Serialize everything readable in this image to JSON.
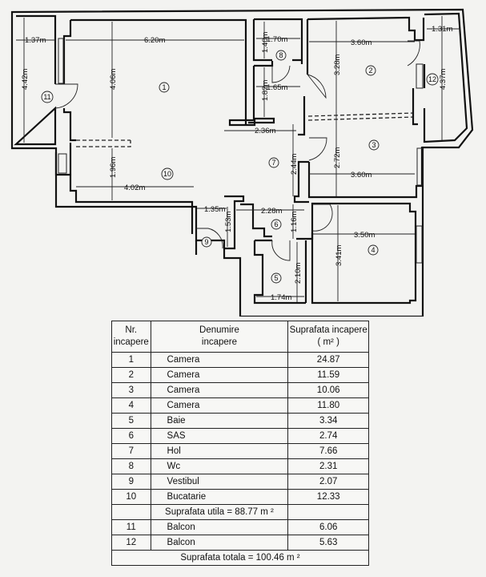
{
  "floor_plan": {
    "dimensions": {
      "balcony_11_width": "1.37m",
      "balcony_11_length": "4.42m",
      "room_1_width": "6.20m",
      "room_1_length": "4.06m",
      "room_10_width": "4.02m",
      "room_10_length": "1.96m",
      "wc_width": "1.70m",
      "wc_length": "1.40m",
      "closet_width": "1.65m",
      "closet_length": "1.82m",
      "hall_width": "2.36m",
      "hall_length": "2.44m",
      "room_2_width": "3.60m",
      "room_2_length": "3.28m",
      "room_3_width": "3.60m",
      "room_3_length": "2.72m",
      "balcony_12_width": "1.31m",
      "balcony_12_length": "4.37m",
      "vestibul_width": "1.35m",
      "vestibul_length": "1.53m",
      "sas_width": "2.28m",
      "sas_length": "1.16m",
      "room_4_width": "3.50m",
      "room_4_length": "3.41m",
      "bath_width": "1.74m",
      "bath_length": "2.10m"
    },
    "room_numbers": [
      "1",
      "2",
      "3",
      "4",
      "5",
      "6",
      "7",
      "8",
      "9",
      "10",
      "11",
      "12"
    ]
  },
  "table": {
    "headers": {
      "nr_line1": "Nr.",
      "nr_line2": "incapere",
      "name_line1": "Denumire",
      "name_line2": "incapere",
      "area_line1": "Suprafata incapere",
      "area_line2": "( m² )"
    },
    "rows": [
      {
        "nr": "1",
        "name": "Camera",
        "area": "24.87"
      },
      {
        "nr": "2",
        "name": "Camera",
        "area": "11.59"
      },
      {
        "nr": "3",
        "name": "Camera",
        "area": "10.06"
      },
      {
        "nr": "4",
        "name": "Camera",
        "area": "11.80"
      },
      {
        "nr": "5",
        "name": "Baie",
        "area": "3.34"
      },
      {
        "nr": "6",
        "name": "SAS",
        "area": "2.74"
      },
      {
        "nr": "7",
        "name": "Hol",
        "area": "7.66"
      },
      {
        "nr": "8",
        "name": "Wc",
        "area": "2.31"
      },
      {
        "nr": "9",
        "name": "Vestibul",
        "area": "2.07"
      },
      {
        "nr": "10",
        "name": "Bucatarie",
        "area": "12.33"
      }
    ],
    "useful_area_label": "Suprafata utila = 88.77 m ²",
    "balcony_rows": [
      {
        "nr": "11",
        "name": "Balcon",
        "area": "6.06"
      },
      {
        "nr": "12",
        "name": "Balcon",
        "area": "5.63"
      }
    ],
    "total_area_label": "Suprafata totala = 100.46 m ²"
  }
}
